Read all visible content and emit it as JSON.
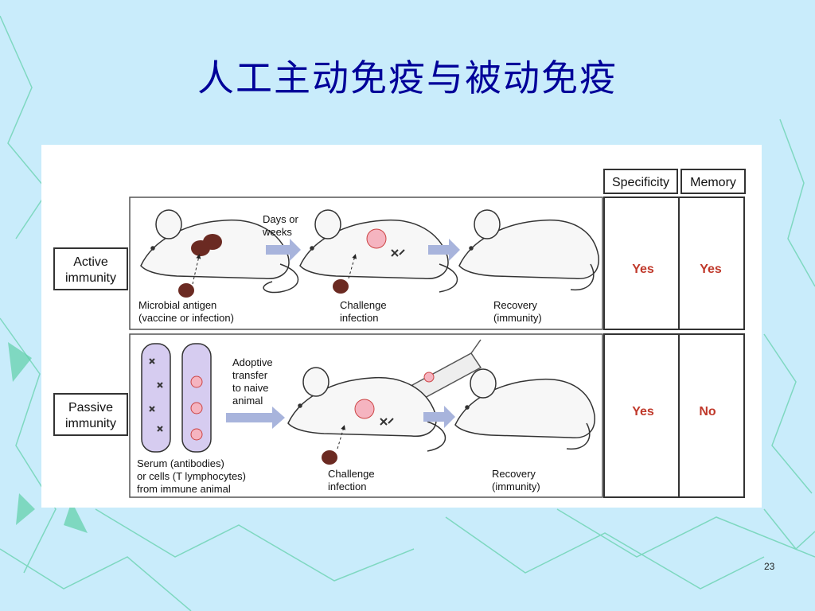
{
  "slide": {
    "title": "人工主动免疫与被动免疫",
    "page_number": "23"
  },
  "figure": {
    "header": {
      "specificity": "Specificity",
      "memory": "Memory"
    },
    "active": {
      "label_line1": "Active",
      "label_line2": "immunity",
      "days_line1": "Days or",
      "days_line2": "weeks",
      "antigen_line1": "Microbial antigen",
      "antigen_line2": "(vaccine or infection)",
      "challenge_line1": "Challenge",
      "challenge_line2": "infection",
      "recovery_line1": "Recovery",
      "recovery_line2": "(immunity)",
      "specificity": "Yes",
      "memory": "Yes"
    },
    "passive": {
      "label_line1": "Passive",
      "label_line2": "immunity",
      "adoptive_line1": "Adoptive",
      "adoptive_line2": "transfer",
      "adoptive_line3": "to naive",
      "adoptive_line4": "animal",
      "serum_line1": "Serum (antibodies)",
      "serum_line2": "or cells (T lymphocytes)",
      "serum_line3": "from immune animal",
      "challenge_line1": "Challenge",
      "challenge_line2": "infection",
      "recovery_line1": "Recovery",
      "recovery_line2": "(immunity)",
      "specificity": "Yes",
      "memory": "No"
    },
    "colors": {
      "answer": "#c0392b",
      "arrow": "#a8b4dc",
      "tube": "#d6ccf0",
      "antigen": "#6b2a22"
    }
  }
}
